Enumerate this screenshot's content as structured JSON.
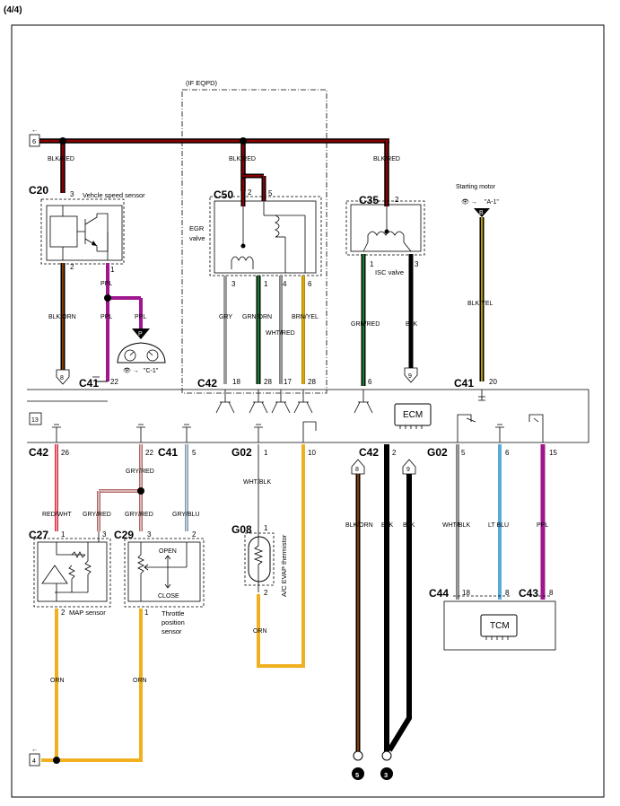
{
  "page": {
    "title": "(4/4)"
  },
  "if_equipped": "(IF EQPD)",
  "refs": {
    "left_top": "6",
    "left_mid": "13",
    "left_bottom": "4"
  },
  "components": {
    "c20": {
      "id": "C20",
      "name": "Vehcle speed sensor"
    },
    "c50": {
      "id": "C50",
      "name_line1": "EGR",
      "name_line2": "valve"
    },
    "c35": {
      "id": "C35",
      "name": "ISC valve"
    },
    "starter": {
      "name": "Starting motor",
      "ref": "\"A-1\"",
      "ref_circle": "B"
    },
    "meter": {
      "letter": "P",
      "ref": "\"C-1\""
    },
    "ecm": {
      "label": "ECM"
    },
    "c27": {
      "id": "C27",
      "name": "MAP sensor"
    },
    "c29": {
      "id": "C29",
      "name_line1": "Throttle",
      "name_line2": "position",
      "name_line3": "sensor",
      "open": "OPEN",
      "close": "CLOSE"
    },
    "g08": {
      "id": "G08",
      "name": "A/C EVAP thermistor"
    },
    "tcm": {
      "label": "TCM"
    },
    "c44": {
      "id": "C44"
    },
    "c43": {
      "id": "C43"
    }
  },
  "connectors_top": {
    "c41a": "C41",
    "c42": "C42",
    "c41b": "C41"
  },
  "connectors_bottom": {
    "c42a": "C42",
    "c41": "C41",
    "g02a": "G02",
    "c42b": "C42",
    "g02b": "G02"
  },
  "wires": {
    "blk_red_1": "BLK/RED",
    "blk_red_2": "BLK/RED",
    "blk_red_3": "BLK/RED",
    "blk_orn_1": "BLK/ORN",
    "ppl_1": "PPL",
    "ppl_2": "PPL",
    "ppl_3": "PPL",
    "gry": "GRY",
    "grn_orn": "GRN/ORN",
    "wht_red": "WHT/RED",
    "brn_yel": "BRN/YEL",
    "grn_red": "GRN/RED",
    "blk_1": "BLK",
    "blk_yel": "BLK/YEL",
    "gry_red_1": "GRY/RED",
    "red_wht": "RED/WHT",
    "gry_red_2": "GRY/RED",
    "gry_red_3": "GRY/RED",
    "gry_blu": "GRY/BLU",
    "wht_blk_1": "WHT/BLK",
    "orn_1": "ORN",
    "orn_2": "ORN",
    "orn_3": "ORN",
    "blk_orn_2": "BLK/ORN",
    "blk_2": "BLK",
    "blk_3": "BLK",
    "wht_blk_2": "WHT/BLK",
    "lt_blu": "LT BLU",
    "ppl_4": "PPL"
  },
  "pins": {
    "c20_3": "3",
    "c20_2": "2",
    "c20_1": "1",
    "c50_2": "2",
    "c50_5": "5",
    "c50_3": "3",
    "c50_1": "1",
    "c50_4": "4",
    "c50_6": "6",
    "c35_2": "2",
    "c35_1": "1",
    "c35_3": "3",
    "c41a_22": "22",
    "c42_18": "18",
    "c42_28a": "28",
    "c42_17": "17",
    "c42_28b": "28",
    "c35_6": "6",
    "c41b_20": "20",
    "c42_26": "26",
    "c41_22": "22",
    "c41_5": "5",
    "g02_1": "1",
    "g02_10": "10",
    "c42_2": "2",
    "g02_5": "5",
    "g02_6": "6",
    "g02_15": "15",
    "c27_1": "1",
    "c27_3": "3",
    "c27_2": "2",
    "c29_3": "3",
    "c29_2": "2",
    "c29_1": "1",
    "g08_1": "1",
    "g08_2": "2",
    "c44_18": "18",
    "c44_8": "8",
    "c43_8": "8",
    "arrow_8a": "8",
    "arrow_9a": "9",
    "arrow_8b": "8",
    "arrow_9b": "9"
  },
  "grounds": {
    "g5": "5",
    "g3": "3"
  },
  "colors": {
    "blk_red": "#8b0000",
    "ppl": "#a0168f",
    "gry": "#9a9a9a",
    "grn": "#1e7a2e",
    "brn": "#b8860b",
    "red": "#d6283c",
    "blu": "#5aa9d6",
    "orn": "#f0b020",
    "gry_red": "#b06868"
  }
}
